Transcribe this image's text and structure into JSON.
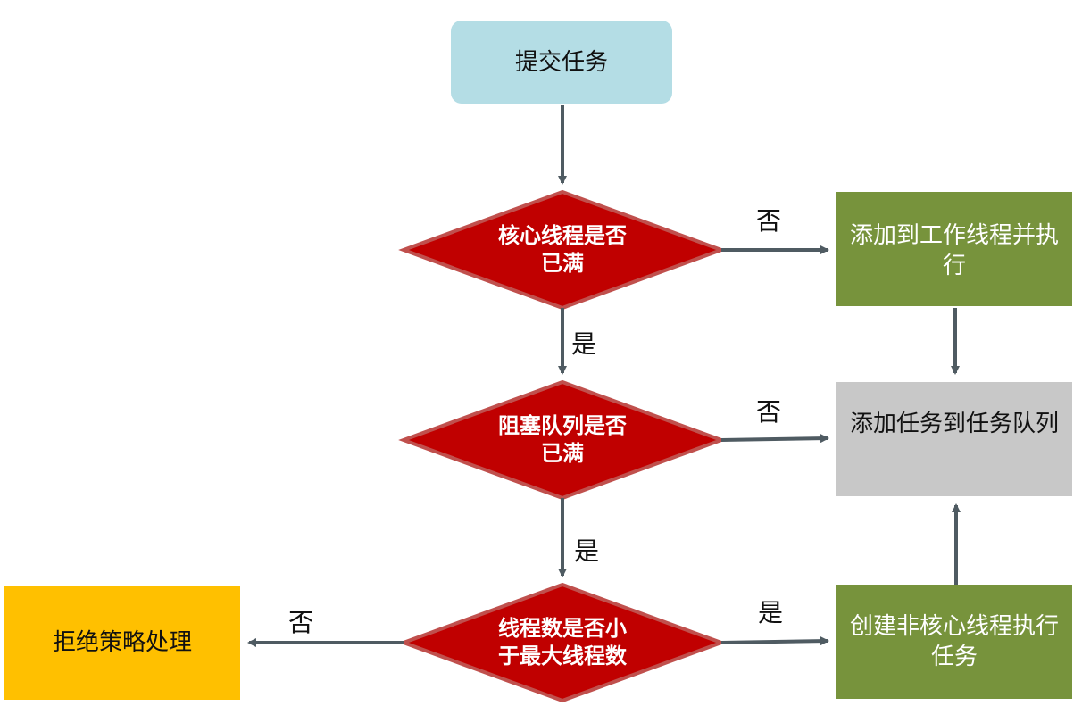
{
  "colors": {
    "start": "#b4dde5",
    "decision": "#c00000",
    "decision_border": "#c0504d",
    "process_green": "#77933c",
    "process_gray": "#c8c8c8",
    "reject": "#ffc000",
    "arrow": "#4f5b62"
  },
  "nodes": {
    "submit": "提交任务",
    "core_full": "核心线程是否已满",
    "queue_full": "阻塞队列是否已满",
    "less_than_max": "线程数是否小于最大线程数",
    "add_worker": "添加到工作线程并执行",
    "add_queue": "添加任务到任务队列",
    "create_noncore": "创建非核心线程执行任务",
    "reject": "拒绝策略处理"
  },
  "edges": {
    "core_no": "否",
    "core_yes": "是",
    "queue_no": "否",
    "queue_yes": "是",
    "max_yes": "是",
    "max_no": "否"
  }
}
